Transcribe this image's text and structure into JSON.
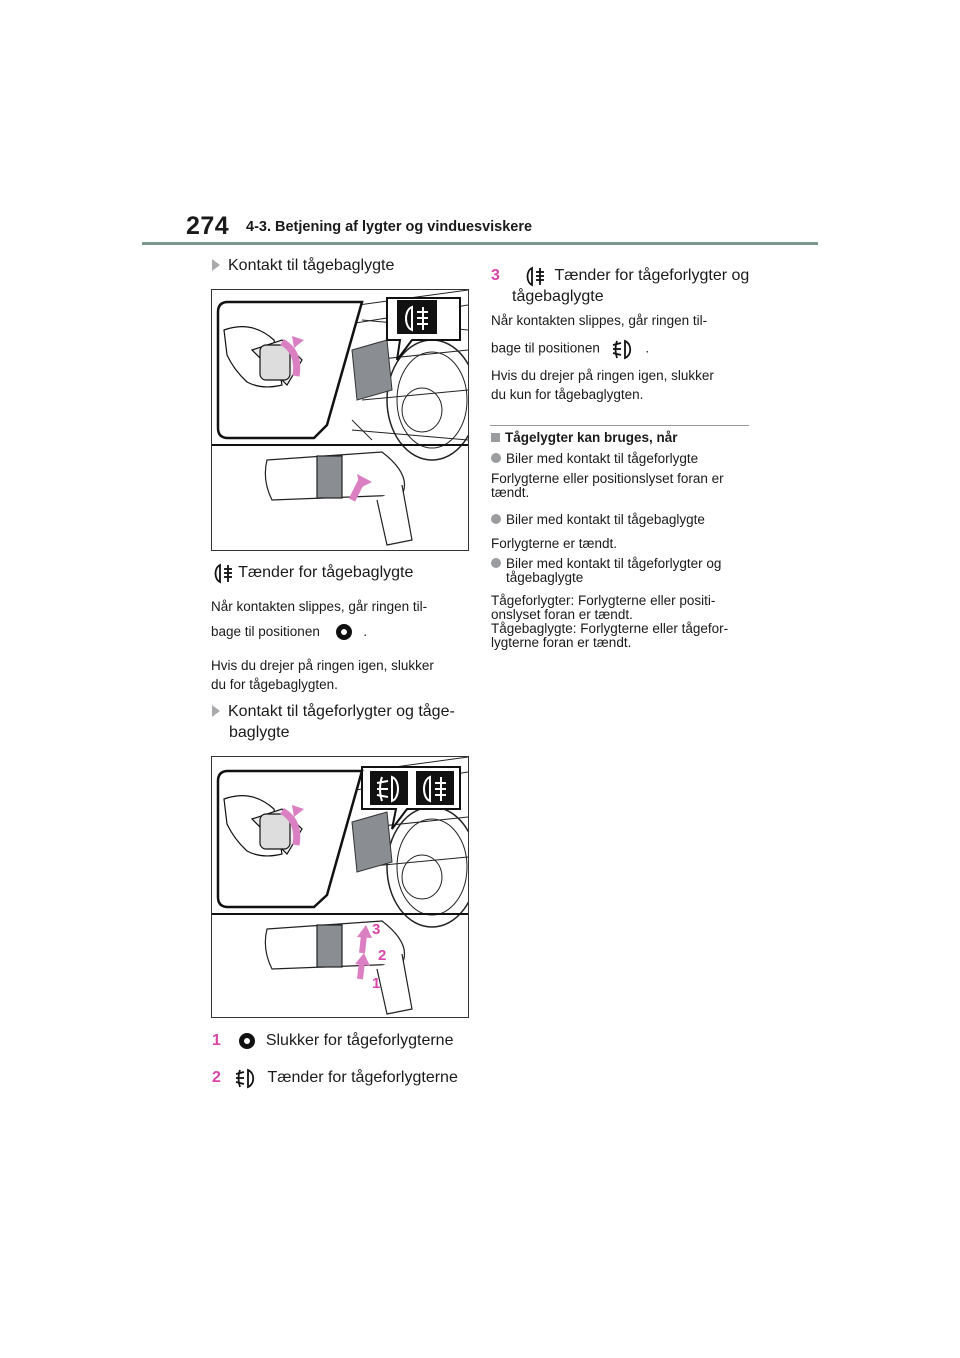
{
  "header": {
    "page_number": "274",
    "section": "4-3. Betjening af lygter og vinduesviskere"
  },
  "left": {
    "heading1": "Kontakt til tågebaglygte",
    "figure1_icon": "rear-fog-light-icon",
    "item_rear_label": "Tænder for tågebaglygte",
    "item_rear_desc1": "Når kontakten slippes, går ringen til-",
    "item_rear_desc2": "bage til positionen",
    "item_rear_desc2_end": ".",
    "item_rear_desc3": "Hvis du drejer på ringen igen, slukker",
    "item_rear_desc4": "du for tågebaglygten.",
    "heading2_line1": "Kontakt til tågeforlygter og tåge-",
    "heading2_line2": "baglygte",
    "figure2_callouts": [
      "3",
      "2",
      "1"
    ],
    "list": [
      {
        "num": "1",
        "label": "Slukker for tågeforlygterne",
        "icon": "off-icon"
      },
      {
        "num": "2",
        "label": "Tænder for tågeforlygterne",
        "icon": "front-fog-light-icon"
      }
    ]
  },
  "right": {
    "item3_num": "3",
    "item3_label_line1": "Tænder for tågeforlygter og",
    "item3_label_line2": "tågebaglygte",
    "item3_desc1": "Når kontakten slippes, går ringen til-",
    "item3_desc2": "bage til positionen",
    "item3_desc2_end": ".",
    "item3_desc3": "Hvis du drejer på ringen igen, slukker",
    "item3_desc4": "du kun for tågebaglygten.",
    "section_title": "Tågelygter kan bruges, når",
    "bullets": [
      {
        "title": "Biler med kontakt til tågeforlygte",
        "text": [
          "Forlygterne eller positionslyset foran er",
          "tændt."
        ]
      },
      {
        "title": "Biler med kontakt til tågebaglygte",
        "text": [
          "Forlygterne er tændt."
        ]
      },
      {
        "title_lines": [
          "Biler med kontakt til tågeforlygter og",
          "tågebaglygte"
        ],
        "text": [
          "Tågeforlygter: Forlygterne eller positi-",
          "onslyset foran er tændt.",
          "Tågebaglygte: Forlygterne eller tågefor-",
          "lygterne foran er tændt."
        ]
      }
    ]
  },
  "colors": {
    "accent": "#d946a8",
    "rule": "#7a9a8e",
    "bullet": "#9a9ca0"
  }
}
